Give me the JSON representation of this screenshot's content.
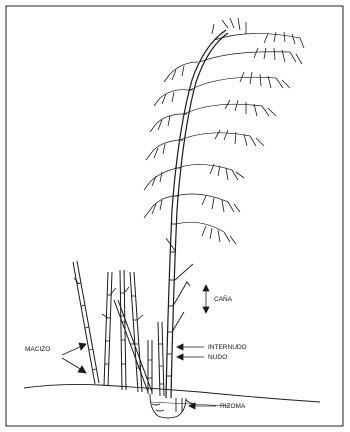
{
  "labels": {
    "cana": "CAÑA",
    "macizo": "MACIZO",
    "internudo": "INTERNUDO",
    "nudo": "NUDO",
    "rizoma": "RIZOMA"
  },
  "colors": {
    "ink": "#1a1a1a",
    "border": "#222222",
    "background": "#ffffff"
  }
}
